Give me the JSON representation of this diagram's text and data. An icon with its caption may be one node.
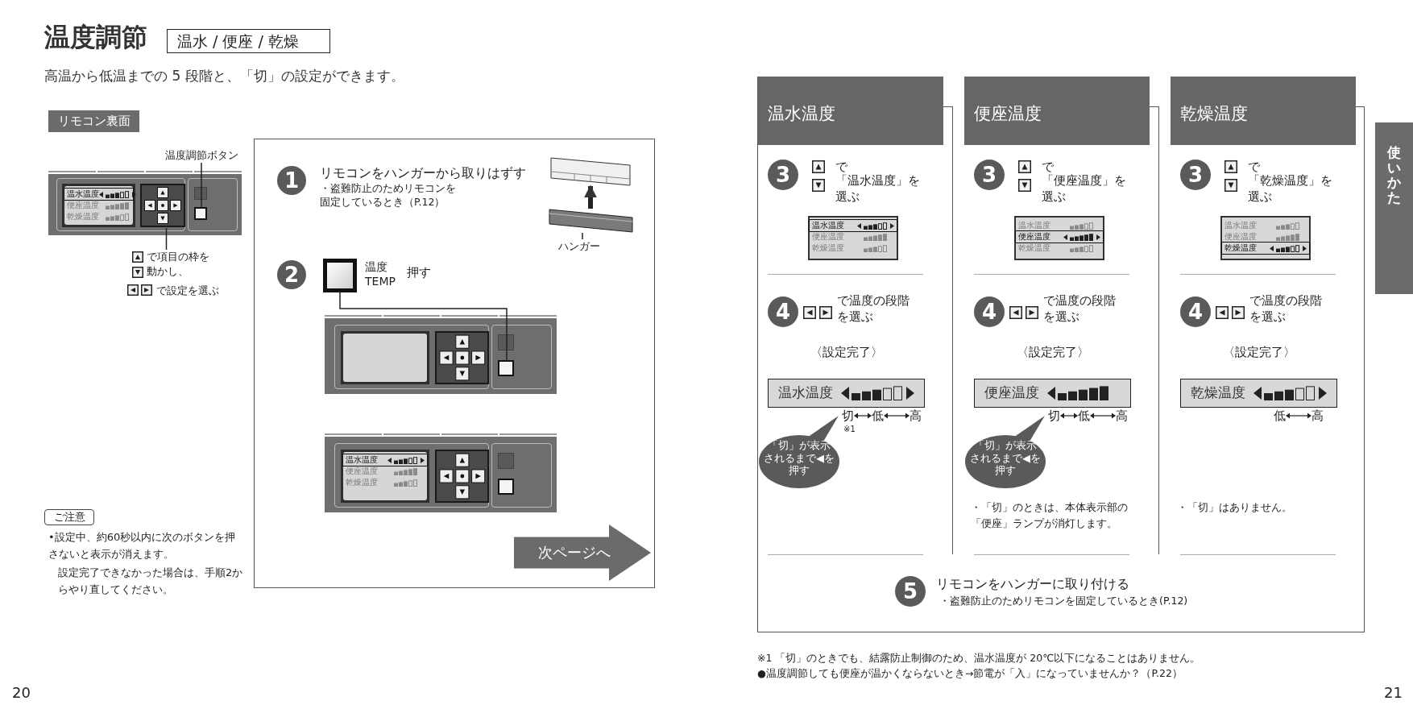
{
  "diagram": {
    "title": "温度調節",
    "nodes": [
      {
        "text": [
          "温水 / 便座 / 乾燥"
        ]
      },
      {
        "text": [
          "リモコン裏面"
        ]
      },
      {
        "text": [
          "温度調節ボタン"
        ]
      },
      {
        "text": [
          "温水温度",
          "便座温度",
          "乾燥温度"
        ]
      },
      {
        "text": [],
        "shape": "box",
        "in": 3
      },
      {
        "text": [],
        "shape": "box",
        "in": 3
      },
      {
        "text": [
          "で項目の枠を動かし、"
        ]
      },
      {
        "text": [
          "ご注意"
        ]
      },
      {
        "text": [],
        "shape": "box"
      },
      {
        "text": [
          "1"
        ],
        "in": 8
      },
      {
        "text": [],
        "shape": "picture",
        "in": 8
      },
      {
        "text": [],
        "shape": "picture",
        "in": 8
      },
      {
        "text": [
          "ハンガー"
        ],
        "in": 8
      },
      {
        "text": [
          "2"
        ],
        "in": 8
      },
      {
        "text": [],
        "shape": "box",
        "in": 8,
        "beside": [
          "温度 TEMP"
        ]
      },
      {
        "text": [],
        "shape": "picture",
        "in": 8
      },
      {
        "text": [],
        "shape": "box",
        "in": 15
      },
      {
        "text": [
          "温水温度",
          "便座温度",
          "乾燥温度"
        ],
        "in": 8
      },
      {
        "text": [
          "次ページへ"
        ],
        "in": 8
      },
      {
        "text": [],
        "shape": "box"
      },
      {
        "text": [
          "温水温度"
        ],
        "in": 19
      },
      {
        "text": [
          "3"
        ],
        "in": 19
      },
      {
        "text": [
          "温水温度",
          "便座温度",
          "乾燥温度"
        ],
        "in": 19
      },
      {
        "text": [
          "4"
        ],
        "in": 19
      },
      {
        "text": [
          "温水温度"
        ],
        "in": 19
      },
      {
        "text": [
          "「切」が表示されるまで◀を押す"
        ],
        "in": 19
      },
      {
        "text": [
          "便座温度"
        ],
        "in": 19
      },
      {
        "text": [
          "3"
        ],
        "in": 19
      },
      {
        "text": [
          "温水温度",
          "便座温度",
          "乾燥温度"
        ],
        "in": 19
      },
      {
        "text": [
          "4"
        ],
        "in": 19
      },
      {
        "text": [
          "便座温度"
        ],
        "in": 19
      },
      {
        "text": [
          "「切」が表示されるまで◀を押す"
        ],
        "in": 19
      },
      {
        "text": [
          "乾燥温度"
        ],
        "in": 19
      },
      {
        "text": [
          "3"
        ],
        "in": 19
      },
      {
        "text": [
          "温水温度",
          "便座温度",
          "乾燥温度"
        ],
        "in": 19
      },
      {
        "text": [
          "4"
        ],
        "in": 19
      },
      {
        "text": [
          "乾燥温度"
        ],
        "in": 19
      },
      {
        "text": [
          "5"
        ],
        "in": 19
      },
      {
        "text": [
          "使いかた"
        ]
      }
    ],
    "edges": [
      {
        "from": 2,
        "to": 5,
        "arrow": "none"
      },
      {
        "from": 4,
        "to": 6,
        "arrow": "none"
      },
      {
        "from": 11,
        "to": 10,
        "arrow": "to",
        "style": "thick"
      },
      {
        "from": 12,
        "to": 11,
        "arrow": "none"
      },
      {
        "from": 14,
        "to": 16,
        "arrow": "none"
      }
    ],
    "labels": [
      "高温から低温までの 5 段階と、「切」の設定ができます。",
      "で設定を選ぶ",
      "•設定中、約60秒以内に次のボタンを押さないと表示が消えます。",
      "設定完了できなかった場合は、手順2からやり直してください。",
      "リモコンをハンガーから取りはずす",
      "・盗難防止のためリモコンを固定しているとき（P.12）",
      "押す",
      "で",
      "「温水温度」を選ぶ",
      "で温度の段階を選ぶ",
      "〈設定完了〉",
      "切",
      "低",
      "高",
      "※1",
      "で",
      "「便座温度」を選ぶ",
      "で温度の段階を選ぶ",
      "〈設定完了〉",
      "切",
      "低",
      "高",
      "・「切」のときは、本体表示部の「便座」ランプが消灯します。",
      "で",
      "「乾燥温度」を選ぶ",
      "で温度の段階を選ぶ",
      "〈設定完了〉",
      "低",
      "高",
      "・「切」はありません。",
      "リモコンをハンガーに取り付ける",
      "・盗難防止のためリモコンを固定しているとき(P.12)",
      "※1 「切」のときでも、結露防止制御のため、温水温度が 20℃以下になることはありません。",
      "●温度調節しても便座が温かくならないとき→節電が「入」になっていませんか？（P.22）",
      "20",
      "21"
    ]
  }
}
